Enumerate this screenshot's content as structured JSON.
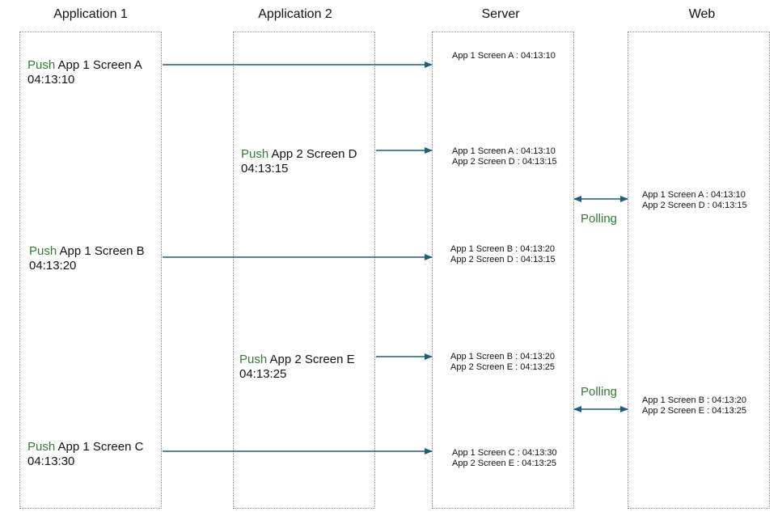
{
  "lanes": {
    "app1": "Application 1",
    "app2": "Application 2",
    "server": "Server",
    "web": "Web"
  },
  "events": [
    {
      "push": "Push",
      "label": "App 1 Screen A",
      "time": "04:13:10"
    },
    {
      "push": "Push",
      "label": "App 2 Screen D",
      "time": "04:13:15"
    },
    {
      "push": "Push",
      "label": "App 1 Screen B",
      "time": "04:13:20"
    },
    {
      "push": "Push",
      "label": "App 2 Screen E",
      "time": "04:13:25"
    },
    {
      "push": "Push",
      "label": "App 1 Screen C",
      "time": "04:13:30"
    }
  ],
  "server_states": [
    [
      "App 1 Screen A : 04:13:10"
    ],
    [
      "App 1 Screen A : 04:13:10",
      "App 2 Screen D : 04:13:15"
    ],
    [
      "App 1 Screen B : 04:13:20",
      "App 2 Screen D : 04:13:15"
    ],
    [
      "App 1 Screen B : 04:13:20",
      "App 2 Screen E : 04:13:25"
    ],
    [
      "App 1 Screen C : 04:13:30",
      "App 2 Screen E : 04:13:25"
    ]
  ],
  "web_states": [
    [
      "App 1 Screen A : 04:13:10",
      "App 2 Screen D : 04:13:15"
    ],
    [
      "App 1 Screen B : 04:13:20",
      "App 2 Screen E : 04:13:25"
    ]
  ],
  "polling_label": "Polling",
  "colors": {
    "arrow": "#1f5f7a",
    "push": "#2e7d32",
    "polling": "#2e7d32",
    "border": "#8a8a8a"
  }
}
